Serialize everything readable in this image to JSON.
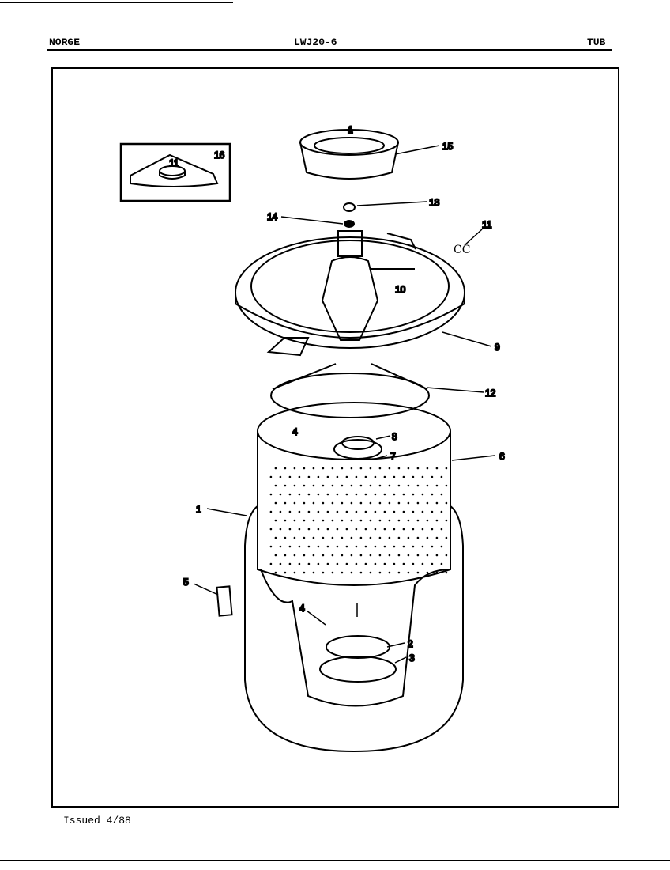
{
  "header": {
    "brand": "NORGE",
    "model": "LWJ20-6",
    "section": "TUB"
  },
  "footer": {
    "issued": "Issued 4/88"
  },
  "callouts": {
    "p1_top": "1",
    "p15": "15",
    "p13": "13",
    "p14": "14",
    "p11": "11",
    "p10": "10",
    "p9": "9",
    "p12": "12",
    "p8": "8",
    "p4a": "4",
    "p7": "7",
    "p6": "6",
    "p1": "1",
    "p5": "5",
    "p4b": "4",
    "p2": "2",
    "p3": "3",
    "p16": "16",
    "p11_inset": "11"
  }
}
